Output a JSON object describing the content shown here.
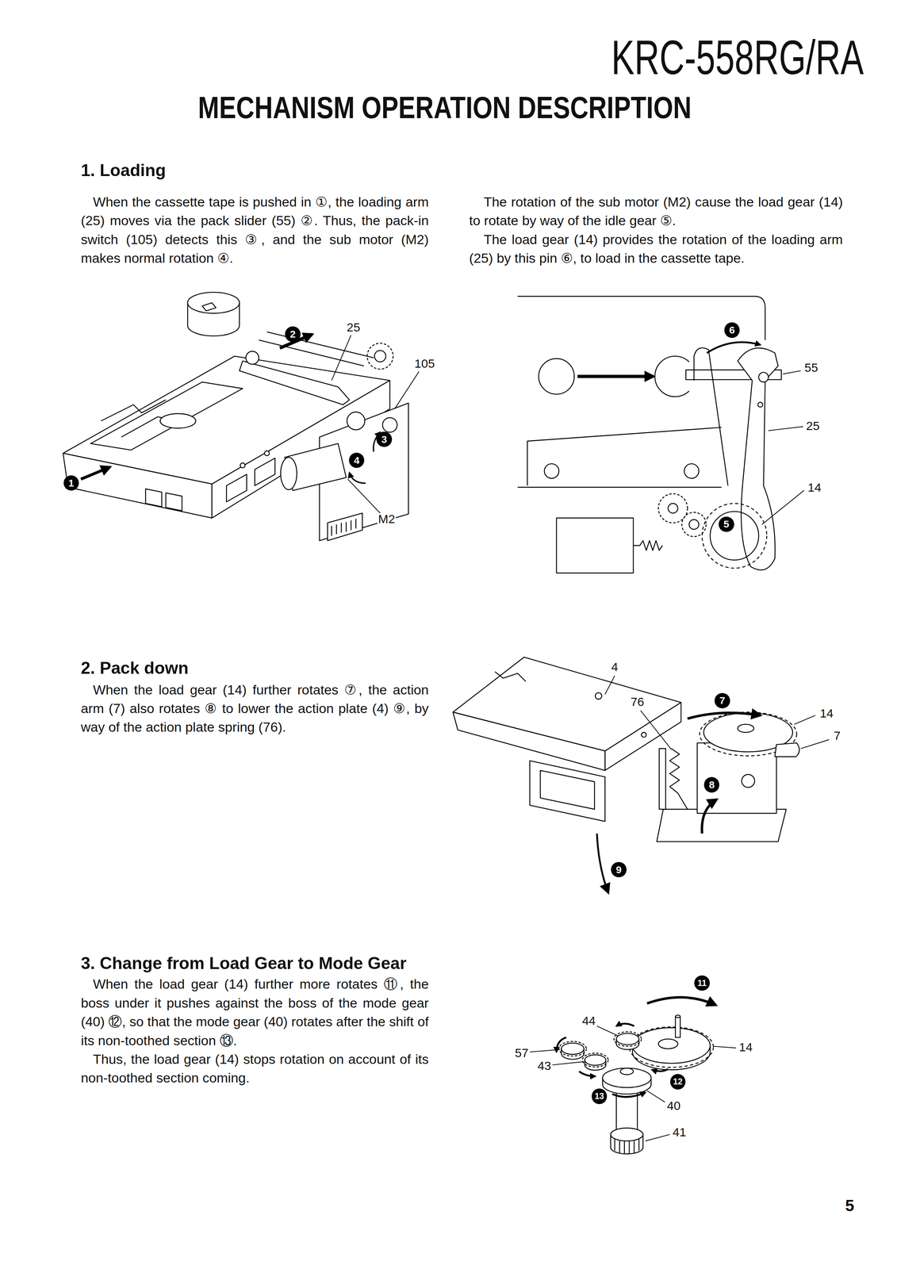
{
  "diagram": {
    "title": "MECHANISM OPERATION DESCRIPTION",
    "labels": [
      "KRC-558RG/RA",
      "1. Loading",
      "When the cassette tape is pushed in ①, the loading arm (25) moves via the pack slider (55) ②. Thus, the pack-in switch (105) detects this ③, and the sub motor (M2) makes normal rotation ④.",
      "The rotation of the sub motor (M2) cause the load gear (14) to rotate by way of the idle gear ⑤.",
      "The load gear (14) provides the rotation of the loading arm (25) by this pin ⑥, to load in the cassette tape.",
      "1",
      "2",
      "25",
      "105",
      "3",
      "4",
      "M2",
      "6",
      "55",
      "25",
      "14",
      "5",
      "2. Pack down",
      "When the load gear (14) further rotates ⑦, the action arm (7) also rotates ⑧ to lower the action plate (4) ⑨, by way of the action plate spring (76).",
      "4",
      "7",
      "76",
      "14",
      "7",
      "8",
      "9",
      "3. Change from Load Gear to Mode Gear",
      "When the load gear (14) further more rotates ⑪, the boss under it pushes against the boss of the mode gear (40) ⑫, so that the mode gear (40) rotates after the shift of its non-toothed section ⑬.",
      "Thus, the load gear (14) stops rotation on account of its non-toothed section coming.",
      "11",
      "44",
      "14",
      "57",
      "43",
      "12",
      "13",
      "40",
      "41",
      "5"
    ]
  }
}
